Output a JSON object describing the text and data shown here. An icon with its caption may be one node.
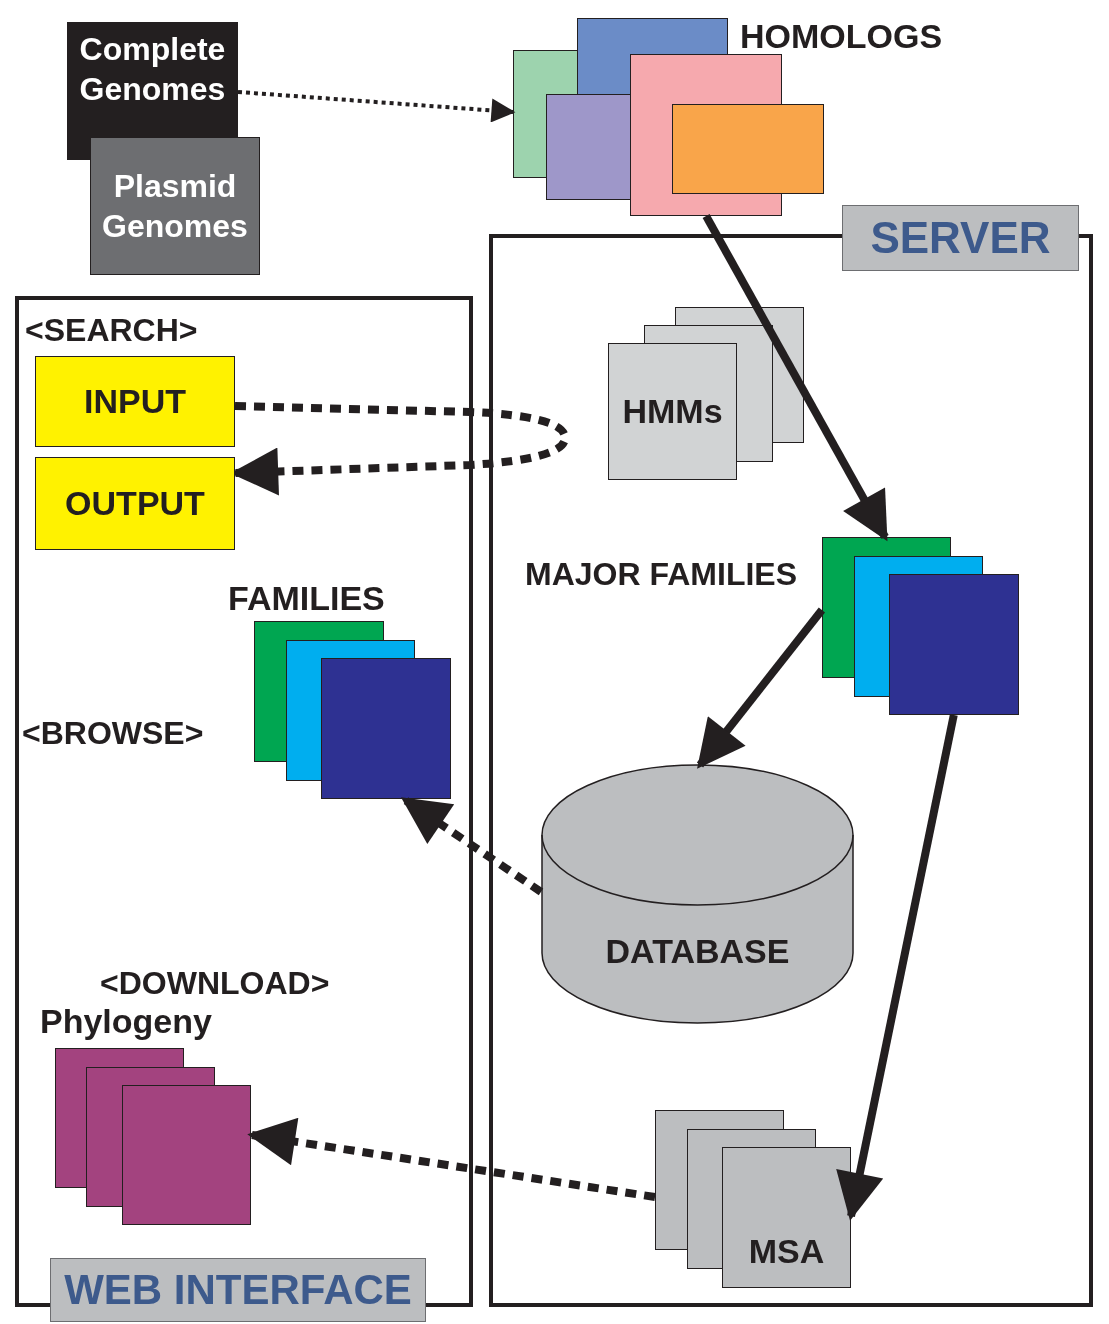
{
  "diagram": {
    "nodes": [
      {
        "text": [
          "Complete Genomes"
        ]
      },
      {
        "text": [
          "Plasmid Genomes"
        ]
      },
      {
        "text": [
          "HOMOLOGS"
        ]
      },
      {
        "text": [
          "SERVER"
        ]
      },
      {
        "text": [
          "WEB INTERFACE"
        ]
      },
      {
        "text": [
          "INPUT"
        ],
        "in": 4
      },
      {
        "text": [
          "OUTPUT"
        ],
        "in": 4
      },
      {
        "text": [
          "FAMILIES"
        ],
        "in": 4
      },
      {
        "text": [
          "Phylogeny"
        ],
        "in": 4
      },
      {
        "text": [
          "HMMs"
        ],
        "in": 3
      },
      {
        "text": [
          "MAJOR FAMILIES"
        ],
        "in": 3
      },
      {
        "text": [
          "DATABASE"
        ],
        "in": 3
      },
      {
        "text": [
          "MSA"
        ],
        "in": 3
      }
    ],
    "edges": [
      {
        "from": 0,
        "to": 2,
        "arrow": "to",
        "style": "dashed"
      },
      {
        "from": 2,
        "to": 10,
        "arrow": "to"
      },
      {
        "from": 5,
        "to": 6,
        "arrow": "to",
        "style": "dashed"
      },
      {
        "from": 10,
        "to": 11,
        "arrow": "to"
      },
      {
        "from": 11,
        "to": 7,
        "arrow": "to",
        "style": "dashed"
      },
      {
        "from": 10,
        "to": 12,
        "arrow": "to"
      },
      {
        "from": 12,
        "to": 8,
        "arrow": "to",
        "style": "dashed"
      }
    ],
    "labels": [
      "<SEARCH>",
      "<BROWSE>",
      "<DOWNLOAD>"
    ]
  }
}
